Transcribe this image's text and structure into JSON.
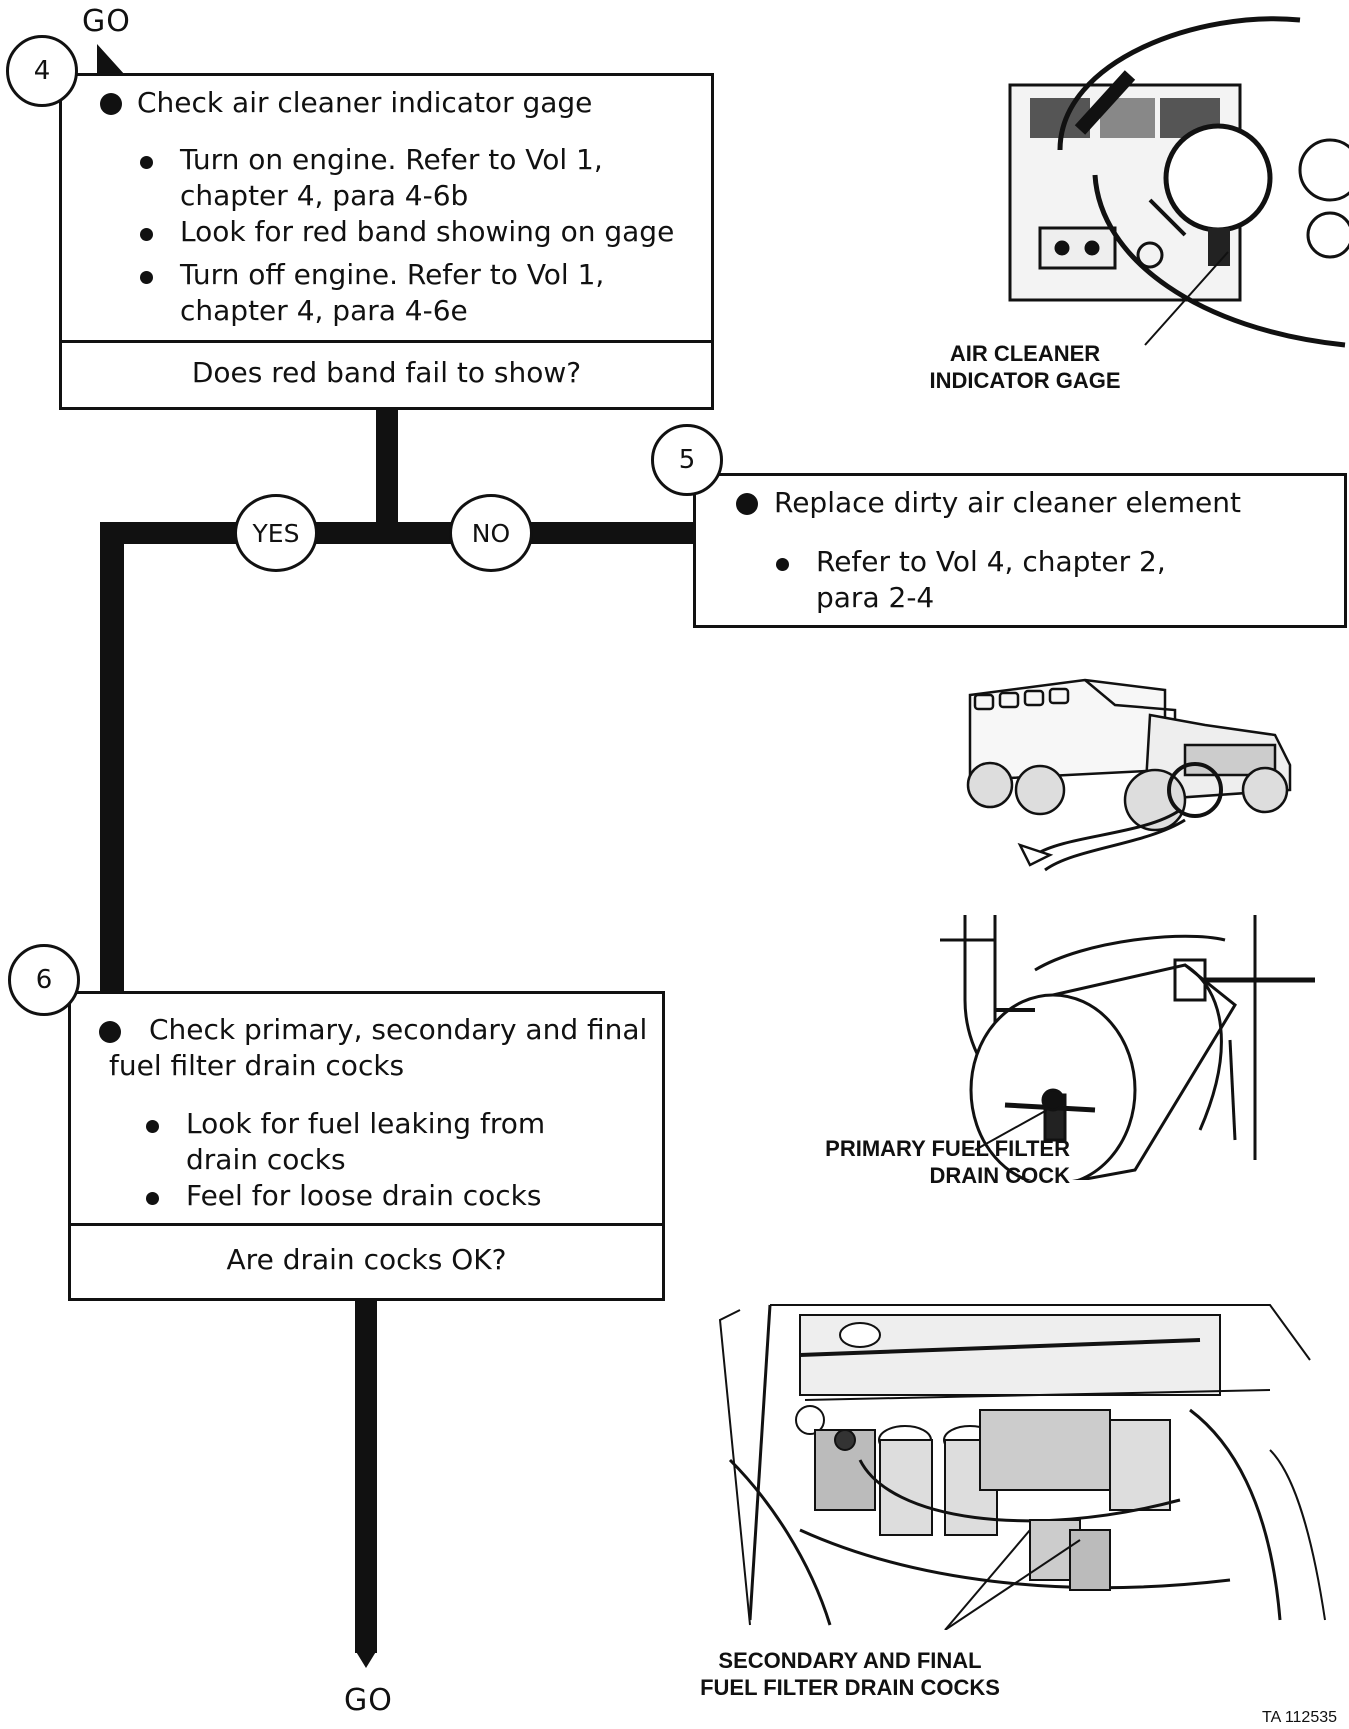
{
  "go_top": "GO",
  "go_bottom": "GO",
  "step4": {
    "number": "4",
    "main_line": "Check air cleaner indicator gage",
    "sub1_line1": "Turn on engine.  Refer to Vol 1,",
    "sub1_line2": "chapter 4, para 4-6b",
    "sub2_line1": "Look for red band showing on gage",
    "sub3_line1": "Turn off engine.  Refer to Vol 1,",
    "sub3_line2": "chapter 4, para 4-6e",
    "question": "Does red band fail to show?"
  },
  "branches": {
    "yes": "YES",
    "no": "NO"
  },
  "step5": {
    "number": "5",
    "main_line": "Replace dirty air cleaner element",
    "sub1_line1": "Refer to Vol 4, chapter 2,",
    "sub1_line2": "para 2-4"
  },
  "step6": {
    "number": "6",
    "main_line1": "Check primary, secondary and final",
    "main_line2": "fuel filter drain cocks",
    "sub1_line1": "Look for fuel leaking from",
    "sub1_line2": "drain cocks",
    "sub2_line1": "Feel for loose drain cocks",
    "question": "Are drain cocks OK?"
  },
  "figures": {
    "air_cleaner_label_line1": "AIR CLEANER",
    "air_cleaner_label_line2": "INDICATOR GAGE",
    "primary_filter_label_line1": "PRIMARY FUEL FILTER",
    "primary_filter_label_line2": "DRAIN COCK",
    "secondary_label_line1": "SECONDARY AND FINAL",
    "secondary_label_line2": "FUEL FILTER DRAIN COCKS",
    "figure_number": "TA 112535"
  }
}
